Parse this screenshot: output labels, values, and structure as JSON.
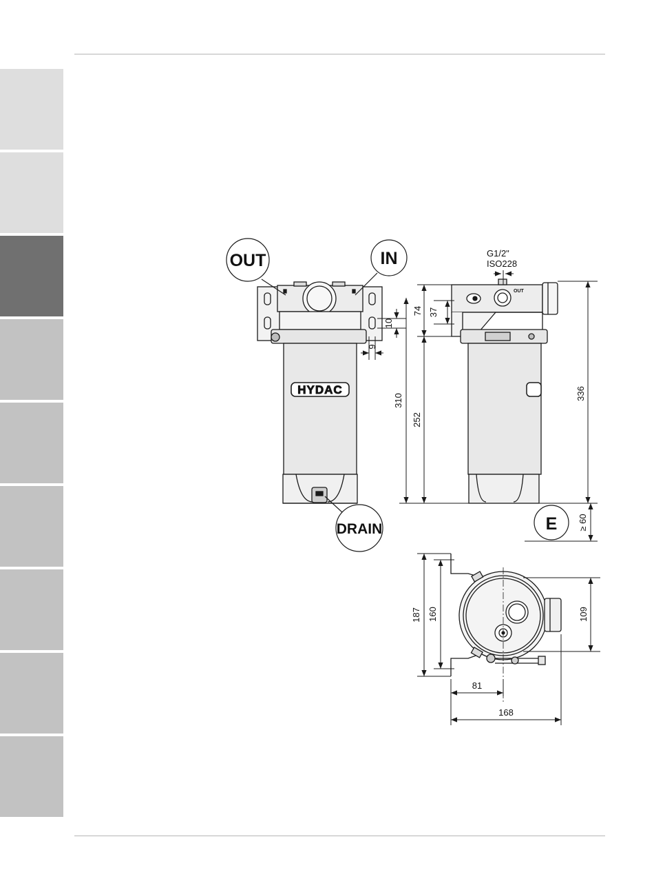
{
  "colors": {
    "tab_light": "#dedede",
    "tab_active": "#707070",
    "tab_mid": "#c2c2c2",
    "line": "#1a1a1a",
    "body_fill": "#e8e8e8"
  },
  "side_tabs": [
    {
      "state": "light"
    },
    {
      "state": "light"
    },
    {
      "state": "active"
    },
    {
      "state": "mid"
    },
    {
      "state": "mid"
    },
    {
      "state": "mid"
    },
    {
      "state": "mid"
    },
    {
      "state": "mid"
    },
    {
      "state": "mid"
    }
  ],
  "callouts": {
    "out": "OUT",
    "in": "IN",
    "drain": "DRAIN",
    "e": "E"
  },
  "thread": {
    "size": "G1/2\"",
    "standard": "ISO228"
  },
  "logo_text": "HYDAC",
  "port_tag": "OUT",
  "dimensions": {
    "d10": "10",
    "d9": "9",
    "d74": "74",
    "d37": "37",
    "d310": "310",
    "d252": "252",
    "d336": "336",
    "d60": "≥ 60",
    "d187": "187",
    "d160": "160",
    "d109": "109",
    "d81": "81",
    "d168": "168"
  }
}
